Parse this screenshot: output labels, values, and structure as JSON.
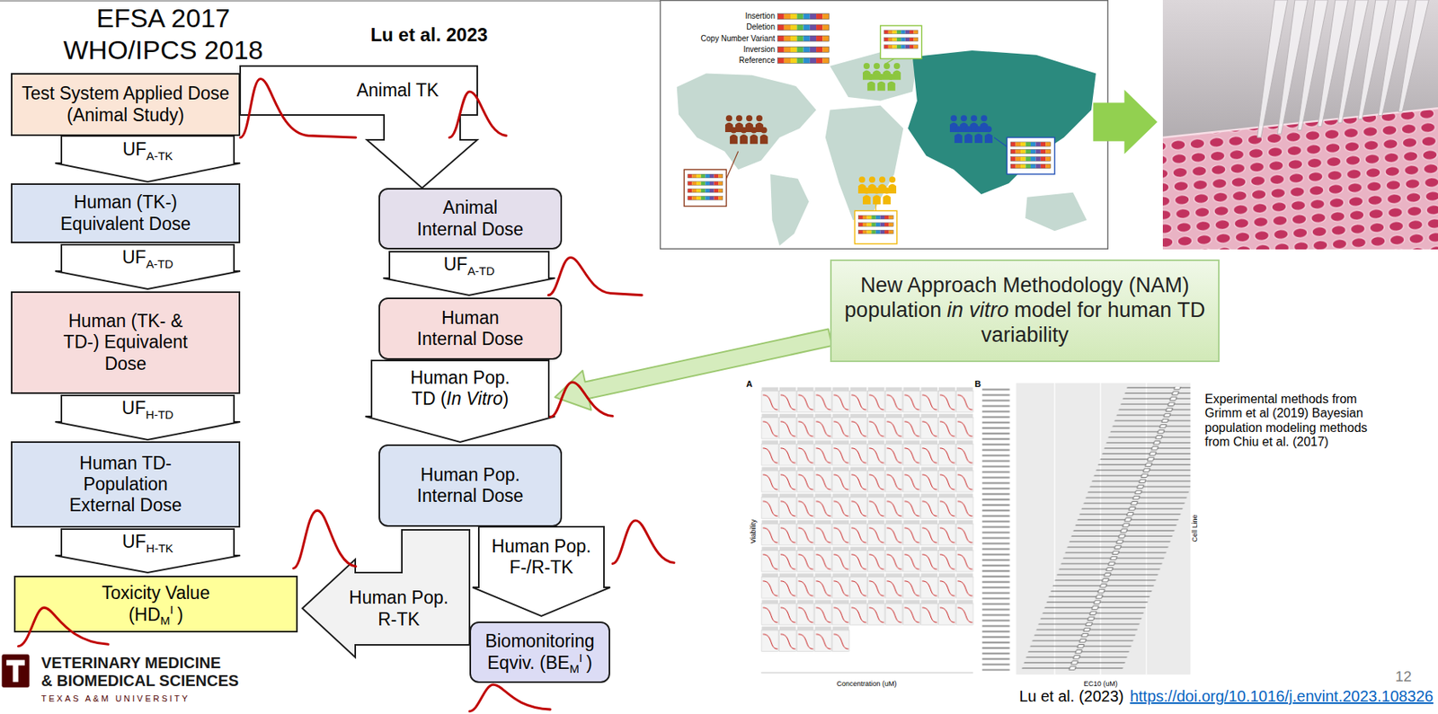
{
  "diagram": {
    "nodes": [
      {
        "text": [
          "Test System Applied Dose (Animal Study)"
        ]
      },
      {
        "text": [
          "UF",
          "A-TK"
        ]
      },
      {
        "text": [
          "Human (TK-) Equivalent Dose"
        ]
      },
      {
        "text": [
          "UF",
          "A-TD"
        ]
      },
      {
        "text": [
          "Human (TK- & TD-) Equivalent Dose"
        ]
      },
      {
        "text": [
          "UF",
          "H-TD"
        ]
      },
      {
        "text": [
          "Human TD-Population External Dose"
        ]
      },
      {
        "text": [
          "UF",
          "H-TK"
        ]
      },
      {
        "text": [
          "Toxicity Value",
          "(HD",
          "M",
          "I",
          ")"
        ]
      },
      {
        "text": [
          "Animal TK"
        ]
      },
      {
        "text": [
          "Animal Internal Dose"
        ]
      },
      {
        "text": [
          "UF",
          "A-TD"
        ]
      },
      {
        "text": [
          "Human Internal Dose"
        ]
      },
      {
        "text": [
          "Human Pop. TD (",
          "In Vitro",
          ")"
        ]
      },
      {
        "text": [
          "Human Pop. Internal Dose"
        ]
      },
      {
        "text": [
          "Human Pop. F-/R-TK"
        ]
      },
      {
        "text": [
          "Biomonitoring",
          "Eqviv. (BE",
          "M",
          "I",
          ")"
        ]
      },
      {
        "text": [
          "Human Pop. R-TK"
        ]
      },
      {
        "text": [
          "New Approach Methodology (NAM) population",
          "in vitro",
          "model for human TD variability"
        ]
      }
    ],
    "edges": [
      {
        "from": 18,
        "to": 13,
        "arrow": "to"
      }
    ],
    "labels": [
      "EFSA 2017",
      "WHO/IPCS 2018",
      "Lu et al. 2023",
      "A",
      "B",
      "Viability",
      "Concentration (uM)",
      "Cell Line",
      "EC10 (uM)",
      "Experimental methods from Grimm et al (2019) Bayesian population modeling methods from Chiu et al. (2017)",
      "12",
      "Lu et al. (2023)",
      "https://doi.org/10.1016/j.envint.2023.108326",
      "VETERINARY MEDICINE",
      "& BIOMEDICAL SCIENCES",
      "TEXAS A&M UNIVERSITY"
    ],
    "legend": [
      {
        "text": "Insertion"
      },
      {
        "text": "Deletion"
      },
      {
        "text": "Copy Number Variant"
      },
      {
        "text": "Inversion"
      },
      {
        "text": "Reference"
      }
    ]
  }
}
